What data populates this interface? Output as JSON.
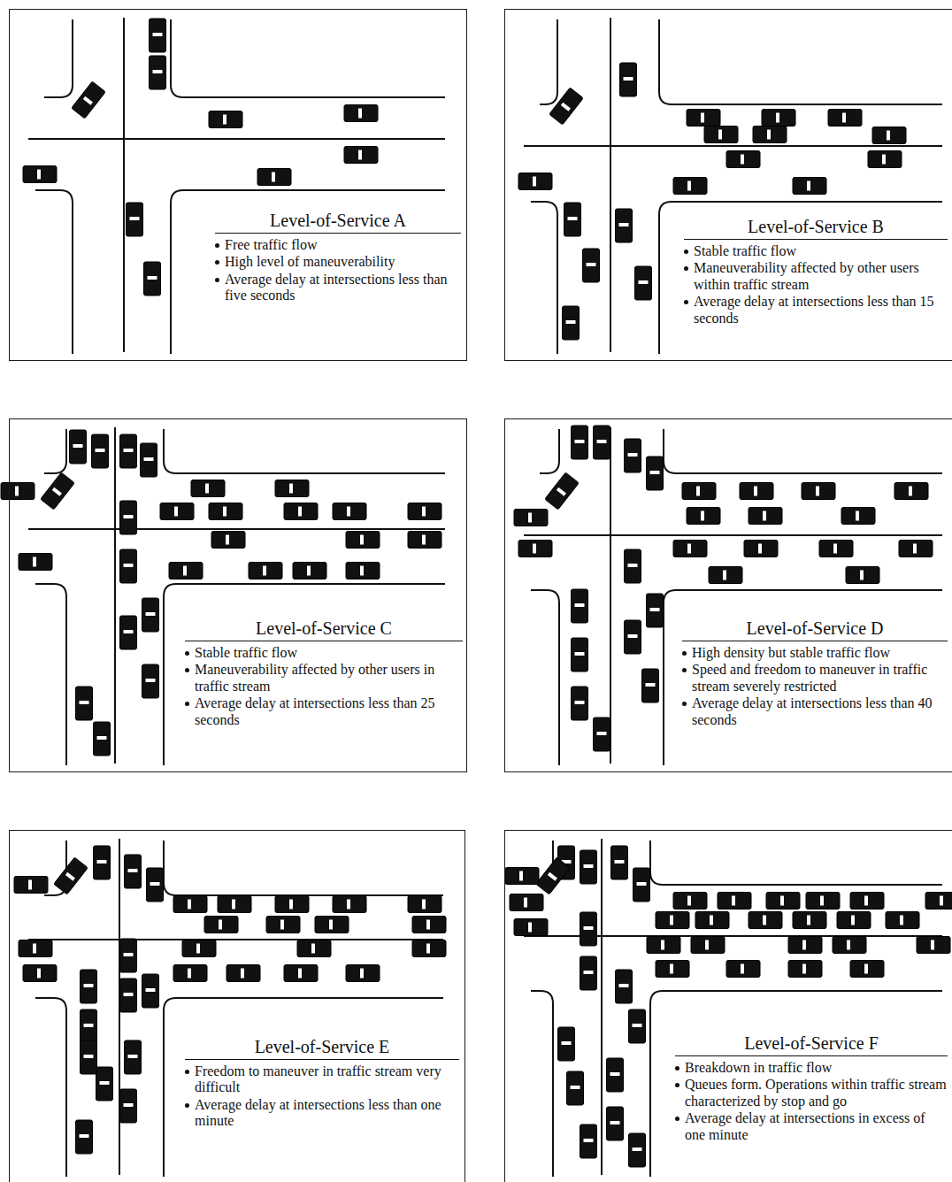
{
  "diagram": {
    "nodes": [
      {
        "text": [
          "Level-of-Service A",
          "Free traffic flow",
          "High level of maneuverability",
          "Average delay at intersections less than five seconds"
        ]
      },
      {
        "text": [
          "Level-of-Service B",
          "Stable traffic flow",
          "Maneuverability affected by other users within traffic stream",
          "Average delay at intersections less than 15 seconds"
        ]
      },
      {
        "text": [
          "Level-of-Service C",
          "Stable traffic flow",
          "Maneuverability affected by other users in traffic stream",
          "Average delay at intersections less than 25 seconds"
        ]
      },
      {
        "text": [
          "Level-of-Service D",
          "High density but stable traffic flow",
          "Speed and freedom to maneuver in traffic stream severely restricted",
          "Average delay at intersections less than 40 seconds"
        ]
      },
      {
        "text": [
          "Level-of-Service E",
          "Freedom to maneuver in traffic stream very difficult",
          "Average delay at intersections less than one minute"
        ]
      },
      {
        "text": [
          "Level-of-Service F",
          "Breakdown in traffic flow",
          "Queues form. Operations within traffic stream characterized by stop and go",
          "Average delay at intersections in excess of one minute"
        ]
      }
    ]
  }
}
